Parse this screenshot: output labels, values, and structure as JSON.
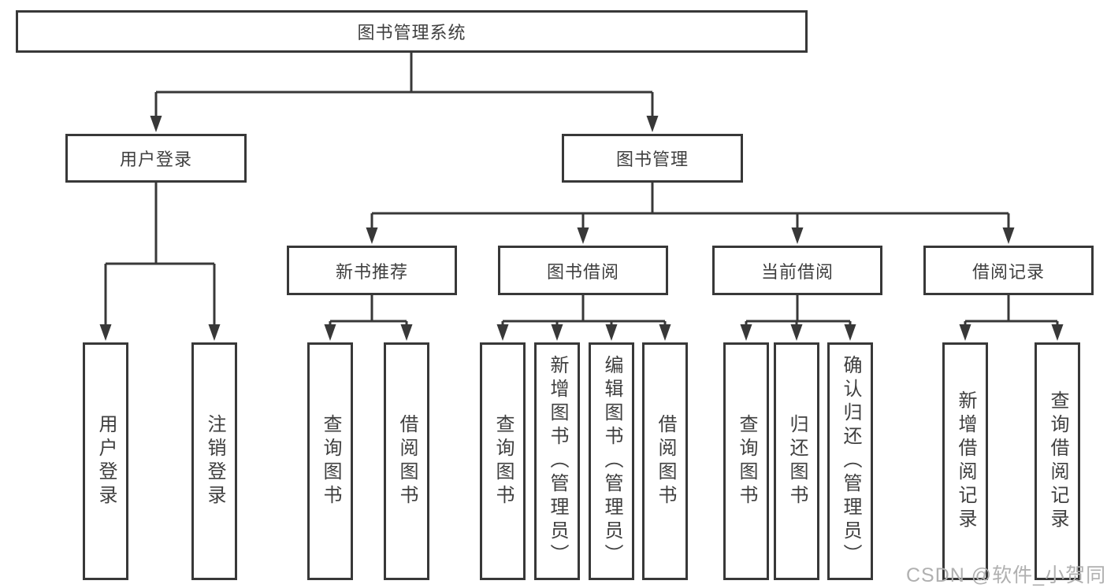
{
  "tree": {
    "root": {
      "label": "图书管理系统"
    },
    "branches": [
      {
        "label": "用户登录",
        "leaves": [
          {
            "label": "用户登录"
          },
          {
            "label": "注销登录"
          }
        ]
      },
      {
        "label": "图书管理",
        "groups": [
          {
            "label": "新书推荐",
            "leaves": [
              {
                "label": "查询图书"
              },
              {
                "label": "借阅图书"
              }
            ]
          },
          {
            "label": "图书借阅",
            "leaves": [
              {
                "label": "查询图书"
              },
              {
                "label": "新增图书（管理员）"
              },
              {
                "label": "编辑图书（管理员）"
              },
              {
                "label": "借阅图书"
              }
            ]
          },
          {
            "label": "当前借阅",
            "leaves": [
              {
                "label": "查询图书"
              },
              {
                "label": "归还图书"
              },
              {
                "label": "确认归还（管理员）"
              }
            ]
          },
          {
            "label": "借阅记录",
            "leaves": [
              {
                "label": "新增借阅记录"
              },
              {
                "label": "查询借阅记录"
              }
            ]
          }
        ]
      }
    ]
  },
  "watermark": {
    "text": "CSDN @软件_小贺同学"
  },
  "colors": {
    "background": "#ffffff",
    "line": "#383838",
    "box_border": "#383838",
    "box_fill": "#ffffff",
    "text": "#3f3f3f",
    "watermark": "#b0b0b0"
  }
}
